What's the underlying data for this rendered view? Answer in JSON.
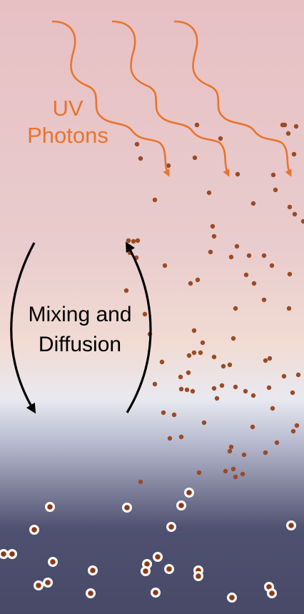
{
  "colors": {
    "sky_top": "#e7c0c4",
    "sky_mid": "#e9cccd",
    "sky_warm": "#f1dbd3",
    "band_light": "#e8e9f0",
    "band_mid": "#b8bbd0",
    "deep": "#4f5170",
    "deep_bottom": "#474967",
    "photon": "#e8742e",
    "particle": "#9a4a26",
    "ring_fill": "#8a3b17",
    "ring_stroke": "#ffffff",
    "arrow": "#000000"
  },
  "labels": {
    "uv_line1": "UV",
    "uv_line2": "Photons",
    "mix_line1": "Mixing and",
    "mix_line2": "Diffusion"
  },
  "icons": {
    "photon": "wavy-arrow-icon",
    "circulation": "curved-double-arrow-icon"
  }
}
